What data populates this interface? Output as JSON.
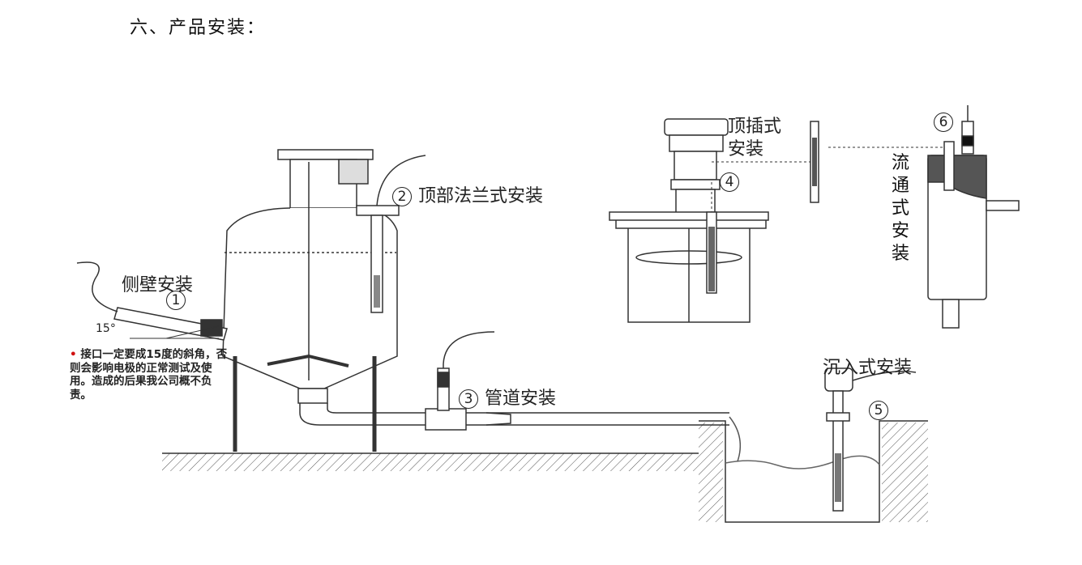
{
  "heading": "六、产品安装：",
  "diagram": {
    "labels": {
      "side_wall": "侧壁安装",
      "side_wall_num": "1",
      "angle": "15°",
      "top_flange": "顶部法兰式安装",
      "top_flange_num": "2",
      "pipeline": "管道安装",
      "pipeline_num": "3",
      "top_insert_line1": "顶插式",
      "top_insert_line2": "安装",
      "top_insert_num": "4",
      "submersion": "沉入式安装",
      "submersion_num": "5",
      "flow_through": "流通式安装",
      "flow_through_num": "6"
    },
    "note": {
      "bullet": "•",
      "text": "接口一定要成15度的斜角，否则会影响电极的正常测试及使用。造成的后果我公司概不负责。"
    }
  }
}
